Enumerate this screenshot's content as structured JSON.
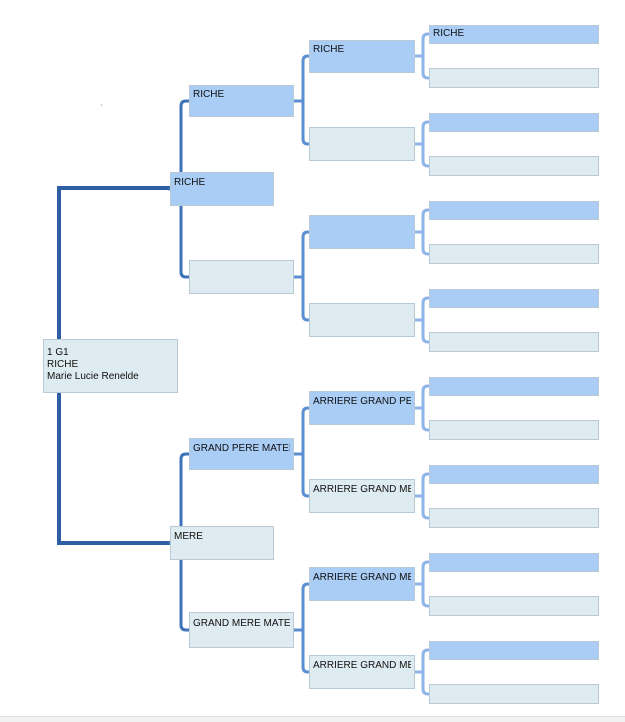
{
  "tree": {
    "root": {
      "lines": [
        "1 G1",
        "RICHE",
        "Marie Lucie Renelde"
      ]
    },
    "gen1": [
      {
        "id": "father",
        "label": "RICHE"
      },
      {
        "id": "mother",
        "label": "MERE"
      }
    ],
    "gen2": [
      {
        "id": "pat-grandfather",
        "label": "RICHE"
      },
      {
        "id": "pat-grandmother",
        "label": ""
      },
      {
        "id": "mat-grandfather",
        "label": "GRAND PERE MATERNEL"
      },
      {
        "id": "mat-grandmother",
        "label": "GRAND MERE MATERNELLE"
      }
    ],
    "gen3": [
      {
        "id": "gg1",
        "label": "RICHE"
      },
      {
        "id": "gg2",
        "label": ""
      },
      {
        "id": "gg3",
        "label": ""
      },
      {
        "id": "gg4",
        "label": ""
      },
      {
        "id": "gg5",
        "label": "ARRIERE GRAND PERE"
      },
      {
        "id": "gg6",
        "label": "ARRIERE GRAND MERE"
      },
      {
        "id": "gg7",
        "label": "ARRIERE GRAND MERE"
      },
      {
        "id": "gg8",
        "label": "ARRIERE GRAND MERE"
      }
    ],
    "gen4": [
      {
        "id": "ggg1",
        "label": "RICHE"
      },
      {
        "id": "ggg2",
        "label": ""
      },
      {
        "id": "ggg3",
        "label": ""
      },
      {
        "id": "ggg4",
        "label": ""
      },
      {
        "id": "ggg5",
        "label": ""
      },
      {
        "id": "ggg6",
        "label": ""
      },
      {
        "id": "ggg7",
        "label": ""
      },
      {
        "id": "ggg8",
        "label": ""
      },
      {
        "id": "ggg9",
        "label": ""
      },
      {
        "id": "ggg10",
        "label": ""
      },
      {
        "id": "ggg11",
        "label": ""
      },
      {
        "id": "ggg12",
        "label": ""
      },
      {
        "id": "ggg13",
        "label": ""
      },
      {
        "id": "ggg14",
        "label": ""
      },
      {
        "id": "ggg15",
        "label": ""
      },
      {
        "id": "ggg16",
        "label": ""
      }
    ]
  },
  "colors": {
    "male": "#a9cdf5",
    "female": "#deebf0",
    "line_gen0": "#2f5fa3",
    "line_gen1": "#3f73b8",
    "line_gen2": "#5b8fd3",
    "line_gen3": "#8fb6ea"
  }
}
